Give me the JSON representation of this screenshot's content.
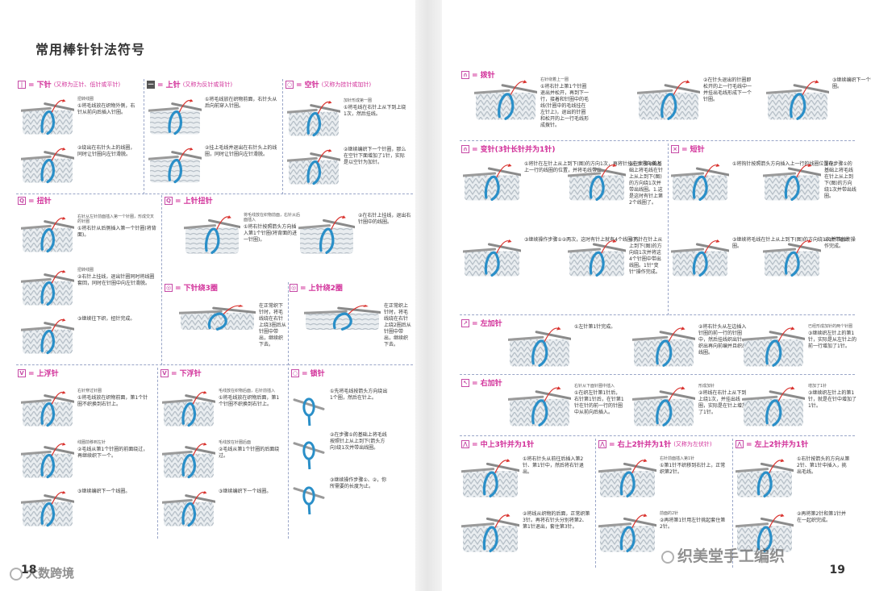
{
  "page_title": "常用棒针针法符号",
  "page_left_num": "18",
  "page_right_num": "19",
  "watermark_left": "大数跨境",
  "watermark_right": "织美堂手工编织",
  "colors": {
    "accent": "#d2319a",
    "yarn": "#2a8fc8",
    "needle": "#9a9a9a",
    "fabric": "#cfd6dc"
  },
  "sections": [
    {
      "id": "knit",
      "sym": "|",
      "title": "= 下针",
      "sub": "(又称为正针、低针或平针)",
      "steps": [
        {
          "label": "扭转线圈",
          "caption": "①将毛线放在织物外侧，右针从前向后插入针圈。"
        },
        {
          "caption": "②绕出在右针头上的线圈，同时让针圈向左针滑脱。"
        }
      ]
    },
    {
      "id": "purl",
      "sym": "一",
      "title": "= 上针",
      "sub": "(又称为反针或背针)",
      "steps": [
        {
          "caption": "①将毛线放在织物前面，右针头从后向前穿入针圈。"
        },
        {
          "caption": "②挂上毛线并退出在右针头上的线圈，同时让针圈向左针滑脱。"
        }
      ]
    },
    {
      "id": "yarnover",
      "sym": "○",
      "title": "= 空针",
      "sub": "(又称为挂针或加针)",
      "steps": [
        {
          "label": "加针形成第一圈",
          "caption": "①将毛线在右针上从下到上绕1次，然后挂线。"
        },
        {
          "caption": "②继续编织下一个针圈，那么在空针下面增加了1针，实际是以空针为加针。"
        }
      ]
    },
    {
      "id": "twist",
      "sym": "Q",
      "title": "= 扭针",
      "steps": [
        {
          "label": "右针从左针前面插入第一个针圈，形成交叉的针圈",
          "caption": "①将右针从后侧插入第一个针圈(将背面)。"
        },
        {
          "label": "扭转线圈",
          "caption": "②右针上挂线，退出针圈同时将线圈套回，同时在针圈中向左针滑脱。"
        },
        {
          "caption": "③继续往下织，扭针完成。"
        }
      ]
    },
    {
      "id": "purltwist",
      "sym": "Q",
      "title": "= 上针扭针",
      "steps": [
        {
          "label": "将毛线放在织物前面，右针从后面插入",
          "caption": "①将右针按照箭头方向插入第1个针圈(将背面的进一针圈)。"
        },
        {
          "caption": "②在右针上挂线，退出右针圈中的线圈。"
        }
      ]
    },
    {
      "id": "wrap3",
      "sym": "◎",
      "title": "= 下针绕3圈",
      "steps": [
        {
          "caption": "在正常织下针时，将毛线绕在右针上绕3圈后从针圈中带出，继续织下去。"
        }
      ]
    },
    {
      "id": "wrap3p",
      "sym": "◎",
      "title": "= 上针绕2圈",
      "steps": [
        {
          "caption": "在正常织上针时，将毛线绕在右针上绕2圈后从针圈中带出，继续织下去。"
        }
      ]
    },
    {
      "id": "slipk",
      "sym": "V",
      "title": "= 上浮针",
      "steps": [
        {
          "label": "右针穿过针圈",
          "caption": "①将毛线放在织物前面，第1个针圈不织换到右针上。"
        },
        {
          "label": "线圈前移到左针",
          "caption": "②毛线从第1个针圈的前面绕过，再继续织下一个。"
        },
        {
          "caption": "③继续编织下一个线圈。"
        }
      ]
    },
    {
      "id": "slipp",
      "sym": "V",
      "title": "= 下浮针",
      "steps": [
        {
          "label": "毛线放在织物后面，右针前插入",
          "caption": "①将毛线放在织物后面，第1个针圈不织换到右针上。"
        },
        {
          "label": "毛线放在针圈后面",
          "caption": "②毛线从第1个针圈的后面绕过。"
        },
        {
          "caption": "③继续编织下一个线圈。"
        }
      ]
    },
    {
      "id": "chain",
      "sym": "○",
      "title": "= 锁针",
      "steps": [
        {
          "caption": "①先将毛线按箭头方向绕出1个圈，然后在针上。"
        },
        {
          "caption": "②在步骤①的基础上将毛线按照针上从上到下(箭头方向)绕1次并带出线圈。"
        },
        {
          "caption": "③继续操作步骤①、②，你所需要的长度为止。"
        }
      ]
    }
  ],
  "sections_right": [
    {
      "id": "bind",
      "sym": "∩",
      "title": "= 拨针",
      "steps": [
        {
          "label": "右针绕着上一圈",
          "caption": "①将右针上第1个针圈退出并松开，再到下一行，接着和针圈中的毛线(针圈中的毛线挂在左针上)，退出的针圈和松开的上一行毛线形成拨针。"
        },
        {
          "caption": "②在针头退出的针圈即松开的上一行毛线中一并挂出毛线形成下一个针圈。"
        },
        {
          "caption": "③继续编织下一个针圈。"
        }
      ]
    },
    {
      "id": "wrap3x",
      "sym": "∩",
      "title": "= 变针(3针长针并为1针)",
      "steps": [
        {
          "caption": "①将针在左针上从上到下(图)的方向1次，再将针挂左头方向插入上一行的线圈的位置，并将毛线带出。"
        },
        {
          "caption": "②在步骤①的基础上将毛线在针上从上到下(图)的方向绕1次并带出线圈。1.这是这时有针上第2个线圈了。"
        },
        {
          "caption": "③继续操作步骤①②两次，这时有针上就有4个线圈了。"
        },
        {
          "caption": "④将针在针上从上到下(图)的方向绕1次并将这4个针圈中带出线圈。1针\"变针\"操作完成。"
        }
      ]
    },
    {
      "id": "ktog",
      "sym": "×",
      "title": "= 短针",
      "steps": [
        {
          "caption": "①将钩针按照箭头方向插入上一行的线圈位置中。"
        },
        {
          "caption": "②在步骤①的基础上将毛线在针上从上到下(图)的方向绕1次并带出线圈。"
        },
        {
          "caption": "③继续将毛线在针上从上到下(图)的方向绕1次并带出线圈。"
        },
        {
          "caption": "④1针\"短针\"操作完成。"
        }
      ]
    },
    {
      "id": "leftinc",
      "sym": "↗",
      "title": "= 左加针",
      "steps": [
        {
          "caption": "①左针第1针完成。"
        },
        {
          "caption": "②将右针头从左边插入针圈的前一行的针圈中，然后挂线织出针，织出再向前编并且织出线圈。"
        },
        {
          "label": "已经形成加针的两个针圈",
          "caption": "③继续织左针上的第1针，实际是从左针上的前一行增加了1针。"
        }
      ]
    },
    {
      "id": "rightinc",
      "sym": "↖",
      "title": "= 右加针",
      "steps": [
        {
          "label": "右针从下面针圈中插入",
          "caption": "①在织左针第1针后，右针第1针后，在针第1针在针的前一行的针圈中从前向后插入。"
        },
        {
          "label": "形成加针",
          "caption": "②将线在右针上从下到上绕1次，并挂出线圈，实际是在针上增加了1针。"
        },
        {
          "label": "增加了1针",
          "caption": "③继续织左针上的第1针，就是在针中增加了1针。"
        }
      ]
    },
    {
      "id": "cdd",
      "sym": "⋀",
      "title": "= 中上3针并为1针",
      "steps": [
        {
          "caption": "①将右针头从前往后插入第2针、第1针中，然后将右针退出。"
        },
        {
          "caption": "②将线从织物的后面，正常织第3针。再将右针头分别将第2、第1针退出，套住第3针。"
        }
      ]
    },
    {
      "id": "r3tog",
      "sym": "⋀",
      "title": "= 右上2针并为1针",
      "sub": "(又称为左伏针)",
      "steps": [
        {
          "label": "右针前面插入第1针",
          "caption": "①第1针不织移到右针上，正常织第2针。"
        },
        {
          "label": "前面的2针",
          "caption": "②再将第1针用左针挑起套住第2针。"
        }
      ]
    },
    {
      "id": "l3tog",
      "sym": "⋀",
      "title": "= 左上2针并为1针",
      "steps": [
        {
          "caption": "①右针按箭头的方向从第2针、第1针中插入，挑出毛线。"
        },
        {
          "caption": "②再将第2针和第1针并在一起织完成。"
        }
      ]
    }
  ]
}
